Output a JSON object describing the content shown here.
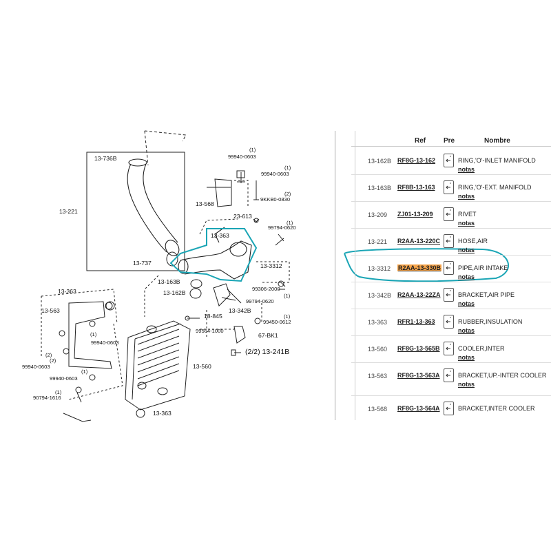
{
  "diagram": {
    "labels": {
      "l_13_736b": "13-736B",
      "l_13_221": "13-221",
      "l_13_737": "13-737",
      "l_13_568": "13-568",
      "l_23_613": "23-613",
      "l_13_363_top": "13-363",
      "l_13_3312": "13-3312",
      "l_13_163b": "13-163B",
      "l_13_162b": "13-162B",
      "l_99306_2000": "99306-2000",
      "l_99794_0620a": "99794-0620",
      "l_99794_0620b": "99794-0620",
      "l_99940_0603a": "99940-0603",
      "l_99940_0603b": "99940-0603",
      "l_9kkb0_0830": "9KKB0-0830",
      "l_13_342b": "13-342B",
      "l_18_845": "18-845",
      "l_99450_0612": "99450-0612",
      "l_99564_1000": "99564-1000",
      "l_67_bk1": "67-BK1",
      "l_22_13_241b": "(2/2)  13-241B",
      "l_13_363_left": "13-363",
      "l_13_563": "13-563",
      "l_99940_0603c": "99940-0603",
      "l_99940_0603d": "99940-0603",
      "l_99940_0603e": "99940-0603",
      "l_13_560": "13-560",
      "l_90794_1616": "90794-1616",
      "l_13_363_bottom": "13-363",
      "m1a": "(1)",
      "m1b": "(1)",
      "m2a": "(2)",
      "m1c": "(1)",
      "m1d": "(1)",
      "m1e": "(1)",
      "m1f": "(1)",
      "m1g": "(1)",
      "m2b": "(2)",
      "m2c": "(2)",
      "m1h": "(1)"
    },
    "highlight_color": "#1aa5b5"
  },
  "table": {
    "headers": {
      "ref": "Ref",
      "pre": "Pre",
      "name": "Nombre"
    },
    "notes_label": "notas",
    "rows": [
      {
        "num": "13-162B",
        "ref": "RF8G-13-162",
        "name": "RING,'O'-INLET MANIFOLD",
        "highlight": false
      },
      {
        "num": "13-163B",
        "ref": "RF8B-13-163",
        "name": "RING,'O'-EXT. MANIFOLD",
        "highlight": false
      },
      {
        "num": "13-209",
        "ref": "ZJ01-13-209",
        "name": "RIVET",
        "highlight": false
      },
      {
        "num": "13-221",
        "ref": "R2AA-13-220C",
        "name": "HOSE,AIR",
        "highlight": false
      },
      {
        "num": "13-3312",
        "ref": "R2AA-13-330B",
        "name": "PIPE,AIR INTAKE",
        "highlight": true
      },
      {
        "num": "13-342B",
        "ref": "R2AA-13-22ZA",
        "name": "BRACKET,AIR PIPE",
        "highlight": false
      },
      {
        "num": "13-363",
        "ref": "RFR1-13-363",
        "name": "RUBBER,INSULATION",
        "highlight": false
      },
      {
        "num": "13-560",
        "ref": "RF8G-13-565B",
        "name": "COOLER,INTER",
        "highlight": false
      },
      {
        "num": "13-563",
        "ref": "RF8G-13-563A",
        "name": "BRACKET,UP.-INTER COOLER",
        "highlight": false
      },
      {
        "num": "13-568",
        "ref": "RF8G-13-564A",
        "name": "BRACKET,INTER COOLER",
        "highlight": false
      }
    ]
  }
}
